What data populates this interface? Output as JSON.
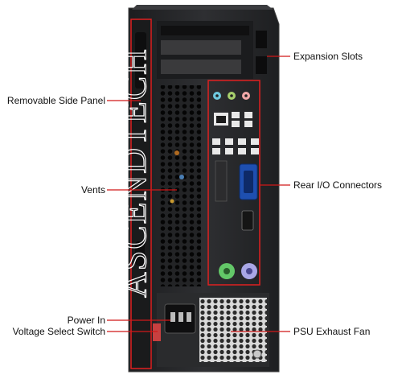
{
  "diagram": {
    "watermark": "ASCENDTECH",
    "colors": {
      "case_body": "#2a2b2d",
      "case_edge": "#3a3b3e",
      "highlight_box": "#e02020",
      "leader_line": "#d01818",
      "vga_port": "#1e4fb0",
      "ps2_mouse": "#a9a7e6",
      "ps2_keyboard": "#63c768",
      "audio_blue": "#6fc9df",
      "audio_green": "#a7cf6c",
      "audio_pink": "#f1a8a8"
    },
    "callouts": {
      "expansion_slots": "Expansion Slots",
      "removable_side_panel": "Removable Side Panel",
      "rear_io_connectors": "Rear I/O Connectors",
      "vents": "Vents",
      "power_in": "Power In",
      "voltage_select_switch": "Voltage Select Switch",
      "psu_exhaust_fan": "PSU Exhaust Fan"
    }
  }
}
